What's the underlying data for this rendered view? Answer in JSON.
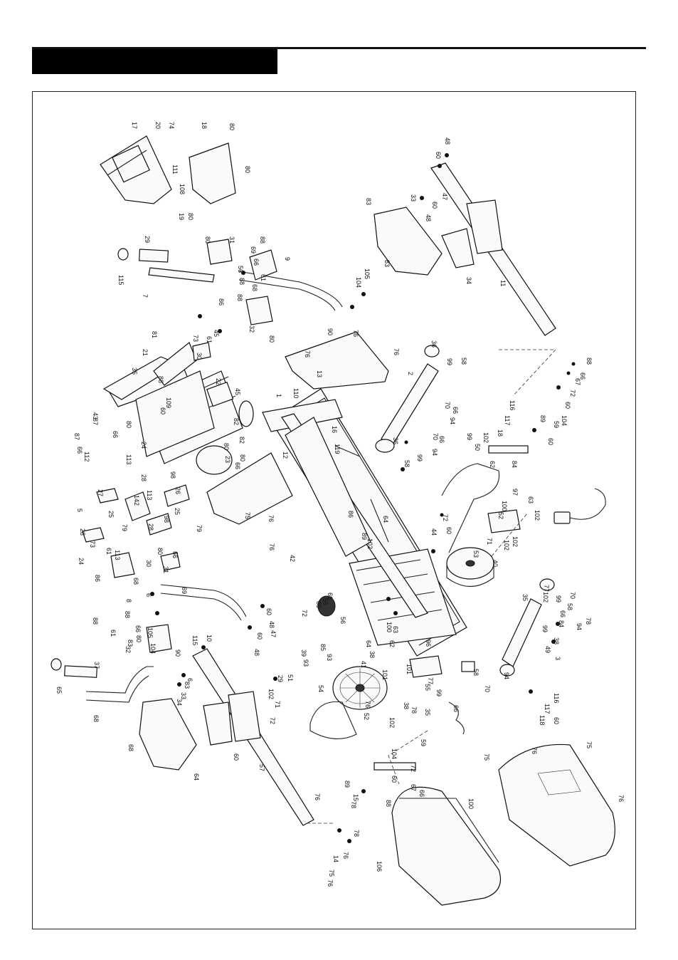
{
  "header": {
    "title": ""
  },
  "colors": {
    "ink": "#111111",
    "bar": "#000000",
    "paper": "#ffffff"
  },
  "part_numbers": [
    "17",
    "20",
    "74",
    "18",
    "80",
    "80",
    "111",
    "108",
    "19",
    "80",
    "29",
    "115",
    "7",
    "80",
    "31",
    "88",
    "69",
    "66",
    "61",
    "56",
    "88",
    "68",
    "88",
    "86",
    "9",
    "105",
    "104",
    "90",
    "48",
    "60",
    "47",
    "48",
    "60",
    "83",
    "83",
    "33",
    "34",
    "11",
    "21",
    "81",
    "73",
    "30",
    "45",
    "61",
    "32",
    "80",
    "76",
    "76",
    "76",
    "13",
    "36",
    "2",
    "99",
    "58",
    "70",
    "66",
    "94",
    "70",
    "66",
    "94",
    "36",
    "99",
    "58",
    "88",
    "66",
    "67",
    "72",
    "60",
    "104",
    "59",
    "60",
    "89",
    "116",
    "117",
    "18",
    "102",
    "99",
    "50",
    "84",
    "62",
    "97",
    "63",
    "102",
    "100",
    "52",
    "71",
    "102",
    "102",
    "53",
    "40",
    "1",
    "110",
    "16",
    "119",
    "12",
    "75",
    "76",
    "76",
    "42",
    "86",
    "89",
    "102",
    "64",
    "72",
    "60",
    "44",
    "35",
    "88",
    "109",
    "22",
    "45",
    "82",
    "82",
    "80",
    "80",
    "23",
    "66",
    "60",
    "43",
    "80",
    "66",
    "87",
    "87",
    "66",
    "112",
    "24",
    "113",
    "28",
    "5",
    "27",
    "113",
    "25",
    "142",
    "98",
    "26",
    "25",
    "98",
    "79",
    "28",
    "80",
    "28",
    "113",
    "24",
    "79",
    "73",
    "61",
    "30",
    "31",
    "66",
    "86",
    "68",
    "6",
    "8",
    "88",
    "69",
    "88",
    "66",
    "61",
    "83",
    "32",
    "80",
    "105",
    "104",
    "90",
    "60",
    "48",
    "47",
    "60",
    "48",
    "29",
    "115",
    "6",
    "83",
    "33",
    "34",
    "10",
    "37",
    "65",
    "68",
    "68",
    "64",
    "60",
    "57",
    "72",
    "60",
    "55",
    "66",
    "56",
    "85",
    "39",
    "93",
    "93",
    "51",
    "102",
    "71",
    "72",
    "64",
    "38",
    "41",
    "101",
    "101",
    "96",
    "62",
    "63",
    "100",
    "102",
    "52",
    "54",
    "76",
    "55",
    "38",
    "78",
    "35",
    "77",
    "99",
    "58",
    "70",
    "66",
    "94",
    "3",
    "38",
    "99",
    "58",
    "70",
    "66",
    "94",
    "78",
    "35",
    "77",
    "102",
    "99",
    "84",
    "49",
    "116",
    "117",
    "118",
    "60",
    "59",
    "104",
    "72",
    "60",
    "67",
    "66",
    "88",
    "89",
    "15",
    "78",
    "78",
    "76",
    "14",
    "75",
    "76",
    "76",
    "75",
    "76",
    "75",
    "76",
    "100",
    "106"
  ]
}
